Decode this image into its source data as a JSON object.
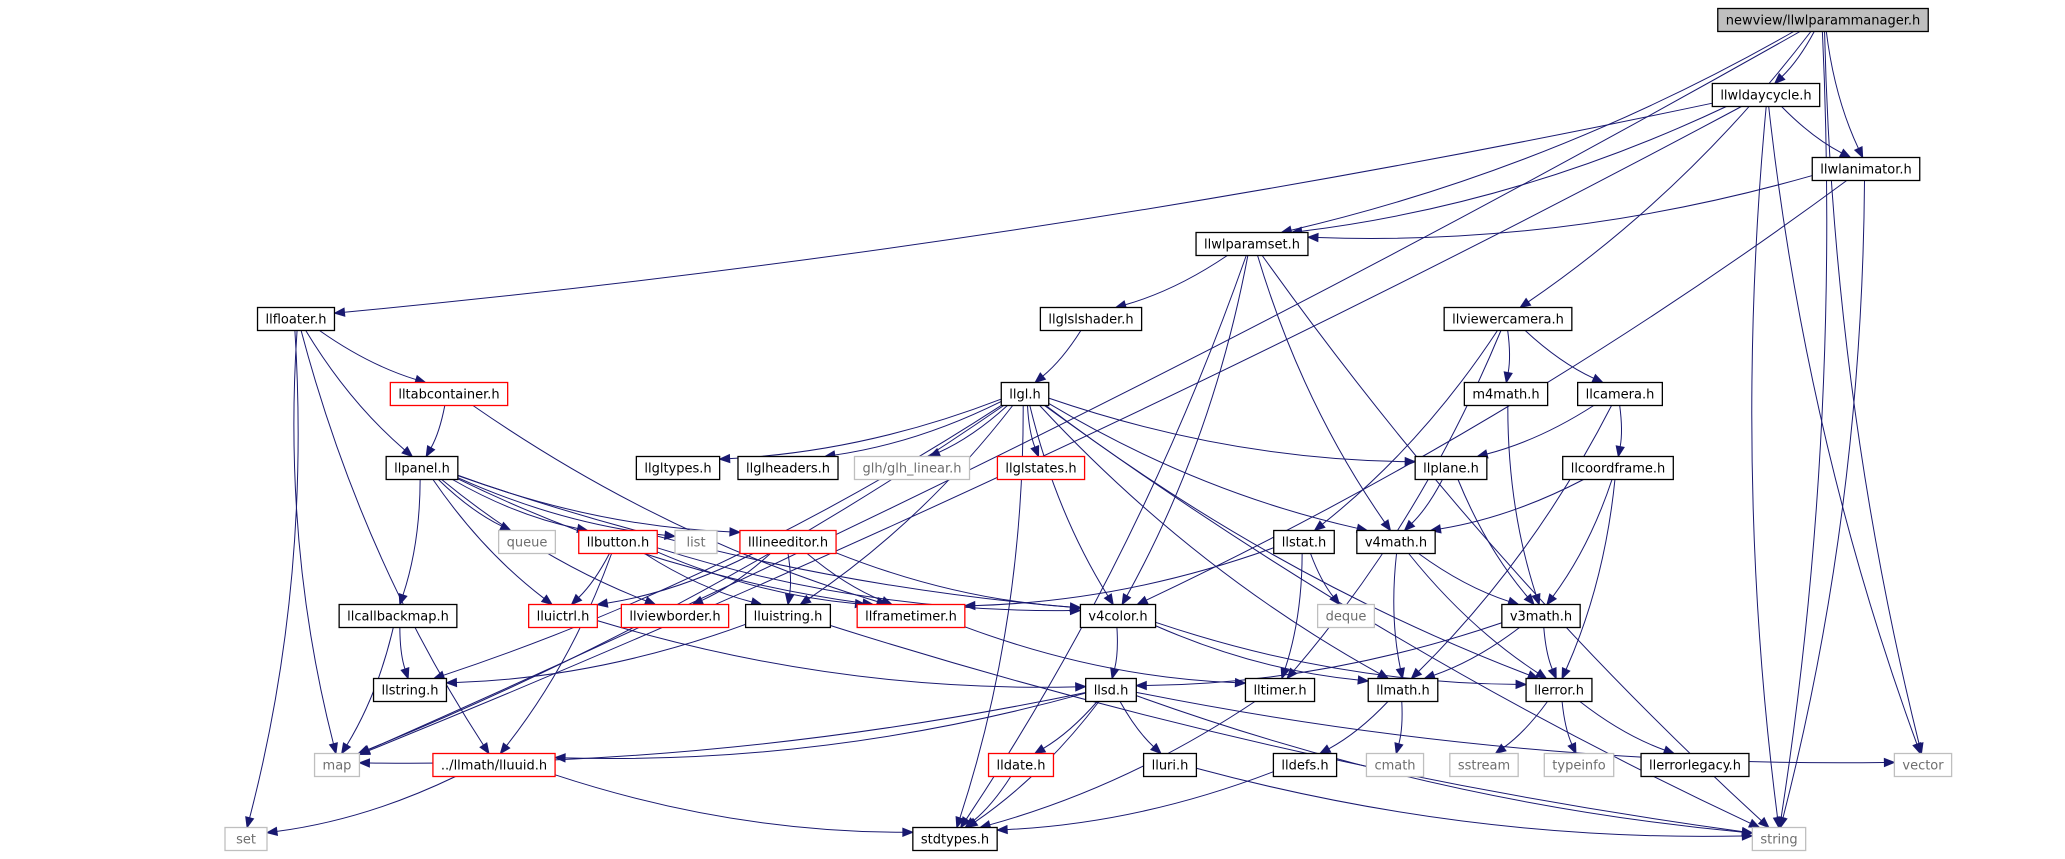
{
  "colors": {
    "edge": "#191970",
    "node_border": "#000000",
    "missing_border": "#bfbfbf",
    "missing_text": "#6e6e6e",
    "truncated_border": "#ff0000",
    "root_fill": "#bfbfbf",
    "node_fill": "#ffffff",
    "text": "#000000"
  },
  "nodes": [
    {
      "id": "root",
      "label": "newview/llwlparammanager.h",
      "kind": "root"
    },
    {
      "id": "daycycle",
      "label": "llwldaycycle.h",
      "kind": "normal"
    },
    {
      "id": "animator",
      "label": "llwlanimator.h",
      "kind": "normal"
    },
    {
      "id": "paramset",
      "label": "llwlparamset.h",
      "kind": "normal"
    },
    {
      "id": "floater",
      "label": "llfloater.h",
      "kind": "normal"
    },
    {
      "id": "glslshader",
      "label": "llglslshader.h",
      "kind": "normal"
    },
    {
      "id": "viewercamera",
      "label": "llviewercamera.h",
      "kind": "normal"
    },
    {
      "id": "tabcontainer",
      "label": "lltabcontainer.h",
      "kind": "truncated"
    },
    {
      "id": "llgl",
      "label": "llgl.h",
      "kind": "normal"
    },
    {
      "id": "m4math",
      "label": "m4math.h",
      "kind": "normal"
    },
    {
      "id": "camera",
      "label": "llcamera.h",
      "kind": "normal"
    },
    {
      "id": "panel",
      "label": "llpanel.h",
      "kind": "normal"
    },
    {
      "id": "gltypes",
      "label": "llgltypes.h",
      "kind": "normal"
    },
    {
      "id": "glheaders",
      "label": "llglheaders.h",
      "kind": "normal"
    },
    {
      "id": "glhlinear",
      "label": "glh/glh_linear.h",
      "kind": "missing"
    },
    {
      "id": "glstates",
      "label": "llglstates.h",
      "kind": "truncated"
    },
    {
      "id": "plane",
      "label": "llplane.h",
      "kind": "normal"
    },
    {
      "id": "coordframe",
      "label": "llcoordframe.h",
      "kind": "normal"
    },
    {
      "id": "queue",
      "label": "queue",
      "kind": "missing"
    },
    {
      "id": "button",
      "label": "llbutton.h",
      "kind": "truncated"
    },
    {
      "id": "list",
      "label": "list",
      "kind": "missing"
    },
    {
      "id": "lineeditor",
      "label": "lllineeditor.h",
      "kind": "truncated"
    },
    {
      "id": "stat",
      "label": "llstat.h",
      "kind": "normal"
    },
    {
      "id": "v4math",
      "label": "v4math.h",
      "kind": "normal"
    },
    {
      "id": "callbackmap",
      "label": "llcallbackmap.h",
      "kind": "normal"
    },
    {
      "id": "uictrl",
      "label": "lluictrl.h",
      "kind": "truncated"
    },
    {
      "id": "viewborder",
      "label": "llviewborder.h",
      "kind": "truncated"
    },
    {
      "id": "uistring",
      "label": "lluistring.h",
      "kind": "normal"
    },
    {
      "id": "frametimer",
      "label": "llframetimer.h",
      "kind": "truncated"
    },
    {
      "id": "v4color",
      "label": "v4color.h",
      "kind": "normal"
    },
    {
      "id": "deque",
      "label": "deque",
      "kind": "missing"
    },
    {
      "id": "v3math",
      "label": "v3math.h",
      "kind": "normal"
    },
    {
      "id": "llstring",
      "label": "llstring.h",
      "kind": "normal"
    },
    {
      "id": "llsd",
      "label": "llsd.h",
      "kind": "normal"
    },
    {
      "id": "timer",
      "label": "lltimer.h",
      "kind": "normal"
    },
    {
      "id": "llmath",
      "label": "llmath.h",
      "kind": "normal"
    },
    {
      "id": "llerror",
      "label": "llerror.h",
      "kind": "normal"
    },
    {
      "id": "map",
      "label": "map",
      "kind": "missing"
    },
    {
      "id": "lluuid",
      "label": "../llmath/lluuid.h",
      "kind": "truncated"
    },
    {
      "id": "lldate",
      "label": "lldate.h",
      "kind": "truncated"
    },
    {
      "id": "lluri",
      "label": "lluri.h",
      "kind": "normal"
    },
    {
      "id": "lldefs",
      "label": "lldefs.h",
      "kind": "normal"
    },
    {
      "id": "cmath",
      "label": "cmath",
      "kind": "missing"
    },
    {
      "id": "sstream",
      "label": "sstream",
      "kind": "missing"
    },
    {
      "id": "typeinfo",
      "label": "typeinfo",
      "kind": "missing"
    },
    {
      "id": "errorlegacy",
      "label": "llerrorlegacy.h",
      "kind": "normal"
    },
    {
      "id": "vector",
      "label": "vector",
      "kind": "missing"
    },
    {
      "id": "set",
      "label": "set",
      "kind": "missing"
    },
    {
      "id": "stdtypes",
      "label": "stdtypes.h",
      "kind": "normal"
    },
    {
      "id": "string",
      "label": "string",
      "kind": "missing"
    }
  ],
  "edges": [
    [
      "root",
      "daycycle"
    ],
    [
      "root",
      "animator"
    ],
    [
      "root",
      "paramset"
    ],
    [
      "root",
      "viewercamera"
    ],
    [
      "root",
      "map"
    ],
    [
      "root",
      "vector"
    ],
    [
      "root",
      "string"
    ],
    [
      "daycycle",
      "animator"
    ],
    [
      "daycycle",
      "paramset"
    ],
    [
      "daycycle",
      "floater"
    ],
    [
      "daycycle",
      "map"
    ],
    [
      "daycycle",
      "vector"
    ],
    [
      "daycycle",
      "string"
    ],
    [
      "animator",
      "paramset"
    ],
    [
      "animator",
      "v4color"
    ],
    [
      "animator",
      "string"
    ],
    [
      "paramset",
      "glslshader"
    ],
    [
      "paramset",
      "v4math"
    ],
    [
      "paramset",
      "v4color"
    ],
    [
      "paramset",
      "stdtypes"
    ],
    [
      "paramset",
      "string"
    ],
    [
      "floater",
      "tabcontainer"
    ],
    [
      "floater",
      "panel"
    ],
    [
      "floater",
      "set"
    ],
    [
      "floater",
      "map"
    ],
    [
      "floater",
      "lluuid"
    ],
    [
      "tabcontainer",
      "panel"
    ],
    [
      "tabcontainer",
      "frametimer"
    ],
    [
      "glslshader",
      "llgl"
    ],
    [
      "viewercamera",
      "m4math"
    ],
    [
      "viewercamera",
      "camera"
    ],
    [
      "viewercamera",
      "stat"
    ],
    [
      "viewercamera",
      "timer"
    ],
    [
      "llgl",
      "gltypes"
    ],
    [
      "llgl",
      "glheaders"
    ],
    [
      "llgl",
      "glhlinear"
    ],
    [
      "llgl",
      "glstates"
    ],
    [
      "llgl",
      "plane"
    ],
    [
      "llgl",
      "v4math"
    ],
    [
      "llgl",
      "v4color"
    ],
    [
      "llgl",
      "uistring"
    ],
    [
      "llgl",
      "map"
    ],
    [
      "llgl",
      "llstring"
    ],
    [
      "llgl",
      "stdtypes"
    ],
    [
      "llgl",
      "llmath"
    ],
    [
      "llgl",
      "llerror"
    ],
    [
      "llgl",
      "string"
    ],
    [
      "camera",
      "plane"
    ],
    [
      "camera",
      "coordframe"
    ],
    [
      "camera",
      "llmath"
    ],
    [
      "m4math",
      "v3math"
    ],
    [
      "plane",
      "v4math"
    ],
    [
      "plane",
      "v3math"
    ],
    [
      "coordframe",
      "v4math"
    ],
    [
      "coordframe",
      "v3math"
    ],
    [
      "coordframe",
      "llerror"
    ],
    [
      "panel",
      "queue"
    ],
    [
      "panel",
      "button"
    ],
    [
      "panel",
      "list"
    ],
    [
      "panel",
      "lineeditor"
    ],
    [
      "panel",
      "callbackmap"
    ],
    [
      "panel",
      "uictrl"
    ],
    [
      "panel",
      "viewborder"
    ],
    [
      "panel",
      "v4color"
    ],
    [
      "panel",
      "frametimer"
    ],
    [
      "button",
      "uictrl"
    ],
    [
      "button",
      "uistring"
    ],
    [
      "button",
      "frametimer"
    ],
    [
      "button",
      "v4color"
    ],
    [
      "button",
      "lluuid"
    ],
    [
      "lineeditor",
      "uictrl"
    ],
    [
      "lineeditor",
      "viewborder"
    ],
    [
      "lineeditor",
      "uistring"
    ],
    [
      "lineeditor",
      "frametimer"
    ],
    [
      "lineeditor",
      "v4color"
    ],
    [
      "stat",
      "deque"
    ],
    [
      "stat",
      "frametimer"
    ],
    [
      "stat",
      "timer"
    ],
    [
      "v4math",
      "v3math"
    ],
    [
      "v4math",
      "llmath"
    ],
    [
      "v4math",
      "llerror"
    ],
    [
      "callbackmap",
      "llstring"
    ],
    [
      "callbackmap",
      "map"
    ],
    [
      "uictrl",
      "llsd"
    ],
    [
      "uistring",
      "llstring"
    ],
    [
      "uistring",
      "string"
    ],
    [
      "frametimer",
      "timer"
    ],
    [
      "v4color",
      "llsd"
    ],
    [
      "v4color",
      "llmath"
    ],
    [
      "v4color",
      "llerror"
    ],
    [
      "v3math",
      "llsd"
    ],
    [
      "v3math",
      "llmath"
    ],
    [
      "v3math",
      "llerror"
    ],
    [
      "llsd",
      "map"
    ],
    [
      "llsd",
      "lluuid"
    ],
    [
      "llsd",
      "lldate"
    ],
    [
      "llsd",
      "lluri"
    ],
    [
      "llsd",
      "stdtypes"
    ],
    [
      "llsd",
      "string"
    ],
    [
      "llsd",
      "vector"
    ],
    [
      "timer",
      "stdtypes"
    ],
    [
      "llmath",
      "lldefs"
    ],
    [
      "llmath",
      "cmath"
    ],
    [
      "llerror",
      "sstream"
    ],
    [
      "llerror",
      "typeinfo"
    ],
    [
      "llerror",
      "errorlegacy"
    ],
    [
      "lluuid",
      "set"
    ],
    [
      "lluuid",
      "stdtypes"
    ],
    [
      "lldate",
      "stdtypes"
    ],
    [
      "lluri",
      "string"
    ],
    [
      "lldefs",
      "stdtypes"
    ]
  ]
}
